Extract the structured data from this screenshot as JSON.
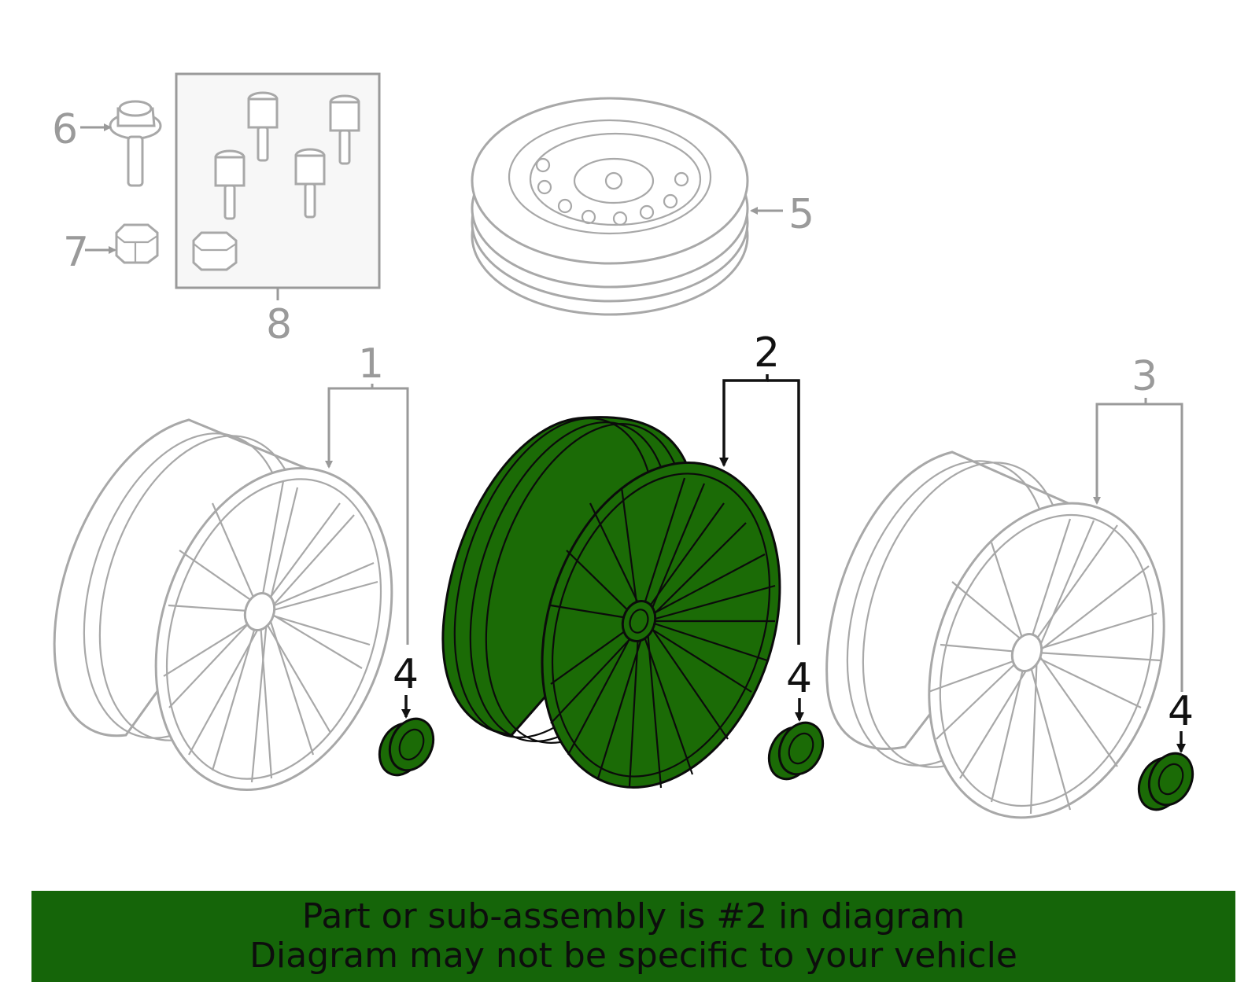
{
  "diagram": {
    "highlight_color": "#1b6b06",
    "callouts": {
      "wheel_1": "1",
      "wheel_2": "2",
      "wheel_3": "3",
      "cap_a": "4",
      "cap_b": "4",
      "cap_c": "4",
      "spare_tire": "5",
      "lug_bolt": "6",
      "lug_cap": "7",
      "lock_kit": "8"
    }
  },
  "banner": {
    "line1": "Part or sub-assembly is #2 in diagram",
    "line2": "Diagram may not be specific to your vehicle",
    "background": "#156509"
  }
}
